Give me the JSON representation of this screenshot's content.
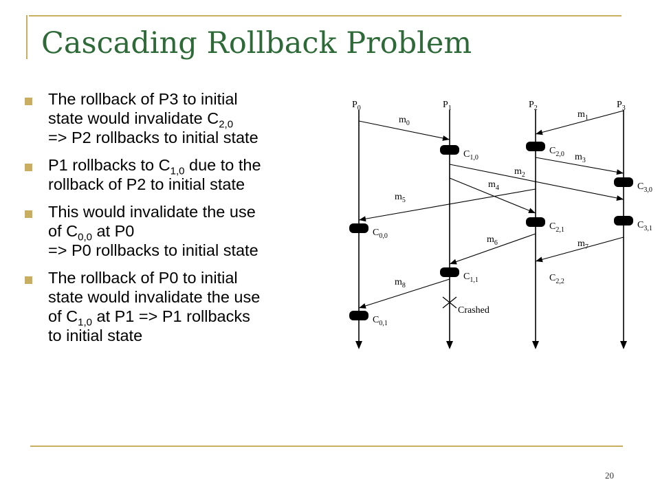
{
  "slide": {
    "title": "Cascading Rollback Problem",
    "page_number": "20"
  },
  "theme": {
    "accent": "#c8ae5e",
    "title_color": "#2e6a38"
  },
  "bullets": [
    {
      "lines": [
        [
          {
            "t": "The rollback of P3 to initial"
          }
        ],
        [
          {
            "t": "state would invalidate C"
          },
          {
            "sub": "2,0"
          }
        ],
        [
          {
            "t": "=> P2 rollbacks to initial state"
          }
        ]
      ]
    },
    {
      "lines": [
        [
          {
            "t": "P1 rollbacks to C"
          },
          {
            "sub": "1,0"
          },
          {
            "t": " due to the"
          }
        ],
        [
          {
            "t": "rollback of P2 to initial state"
          }
        ]
      ]
    },
    {
      "lines": [
        [
          {
            "t": "This would invalidate the use"
          }
        ],
        [
          {
            "t": "of C"
          },
          {
            "sub": "0,0"
          },
          {
            "t": " at P0"
          }
        ],
        [
          {
            "t": "=> P0 rollbacks to initial state"
          }
        ]
      ]
    },
    {
      "lines": [
        [
          {
            "t": "The rollback of P0 to initial"
          }
        ],
        [
          {
            "t": "state would invalidate the use"
          }
        ],
        [
          {
            "t": "of C"
          },
          {
            "sub": "1,0"
          },
          {
            "t": " at P1 => P1 rollbacks"
          }
        ],
        [
          {
            "t": "to initial state"
          }
        ]
      ]
    }
  ],
  "diagram": {
    "processes": [
      {
        "id": "P0",
        "base": "P",
        "sub": "0"
      },
      {
        "id": "P1",
        "base": "P",
        "sub": "1"
      },
      {
        "id": "P2",
        "base": "P",
        "sub": "2"
      },
      {
        "id": "P3",
        "base": "P",
        "sub": "3"
      }
    ],
    "checkpoints": [
      {
        "id": "C1,0",
        "base": "C",
        "sub": "1,0",
        "process": "P1"
      },
      {
        "id": "C2,0",
        "base": "C",
        "sub": "2,0",
        "process": "P2"
      },
      {
        "id": "C3,0",
        "base": "C",
        "sub": "3,0",
        "process": "P3"
      },
      {
        "id": "C2,1",
        "base": "C",
        "sub": "2,1",
        "process": "P2"
      },
      {
        "id": "C3,1",
        "base": "C",
        "sub": "3,1",
        "process": "P3"
      },
      {
        "id": "C0,0",
        "base": "C",
        "sub": "0,0",
        "process": "P0"
      },
      {
        "id": "C1,1",
        "base": "C",
        "sub": "1,1",
        "process": "P1"
      },
      {
        "id": "C0,1",
        "base": "C",
        "sub": "0,1",
        "process": "P0"
      }
    ],
    "state_labels": [
      {
        "id": "C2,2",
        "base": "C",
        "sub": "2,2",
        "process": "P2"
      }
    ],
    "messages": [
      {
        "id": "m0",
        "base": "m",
        "sub": "0",
        "from": "P0",
        "to": "P1"
      },
      {
        "id": "m1",
        "base": "m",
        "sub": "1",
        "from": "P3",
        "to": "P2"
      },
      {
        "id": "m3",
        "base": "m",
        "sub": "3",
        "from": "P2",
        "to": "P3"
      },
      {
        "id": "m2",
        "base": "m",
        "sub": "2",
        "from": "P1",
        "to": "P3"
      },
      {
        "id": "m4",
        "base": "m",
        "sub": "4",
        "from": "P1",
        "to": "P2"
      },
      {
        "id": "m5",
        "base": "m",
        "sub": "5",
        "from": "P2",
        "to": "P0"
      },
      {
        "id": "m6",
        "base": "m",
        "sub": "6",
        "from": "P2",
        "to": "P1"
      },
      {
        "id": "m7",
        "base": "m",
        "sub": "7",
        "from": "P3",
        "to": "P2"
      },
      {
        "id": "m8",
        "base": "m",
        "sub": "8",
        "from": "P1",
        "to": "P0"
      }
    ],
    "crash": {
      "process": "P1",
      "label": "Crashed"
    }
  }
}
